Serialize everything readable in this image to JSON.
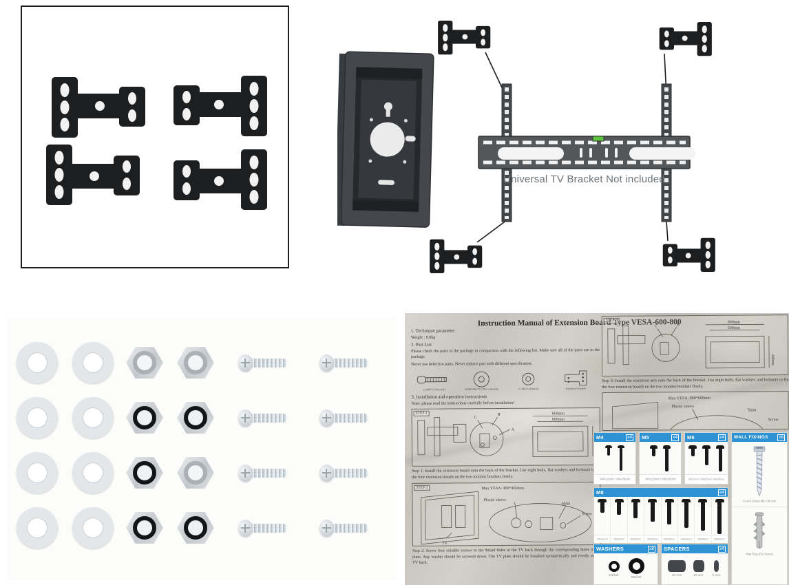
{
  "colors": {
    "chart_header": "#2E93D5",
    "caption_gray": "#6d7276"
  },
  "top_right_diagram": {
    "caption": "Universal TV Bracket Not included"
  },
  "hardware_photo": {
    "columns": [
      "washer",
      "washer",
      "nut",
      "nut",
      "screw",
      "screw"
    ],
    "rows": 4,
    "nut_inserts": [
      [
        0,
        0
      ],
      [
        1,
        1
      ],
      [
        1,
        0
      ],
      [
        1,
        1
      ]
    ]
  },
  "manual": {
    "title": "Instruction Manual of Extension Board Type VESA-600-800",
    "tech_heading": "1. Technique parameter",
    "weight": "Weight : 8.8kg",
    "partlist_heading": "2. Part List",
    "partlist_text1": "Please check the parts in the package in comparison with the following list. Make sure all of the parts are in the package.",
    "partlist_text2": "Never use defective parts. Never replace part with different specification.",
    "parts": [
      {
        "icon": "screw-icon",
        "label": "(A:M8*12 Screw(4))"
      },
      {
        "icon": "flat-washer-icon",
        "label": "(B:M8*Φ16*1.2 Flat washer(4))"
      },
      {
        "icon": "locknut-icon",
        "label": "(C:M8 Locknut(4))"
      },
      {
        "icon": "extension-board-icon",
        "label": "Extension board(4)"
      }
    ],
    "install_heading": "3. Installation and operation instructions",
    "install_note": "Note: please read the instructions carefully before installation!",
    "callout_letters": [
      "C",
      "B",
      "A"
    ],
    "step1_tag": "STEP-1",
    "step1_dims": [
      "660mm",
      "600mm"
    ],
    "step1_text": "Step 1: Install the extension board onto the back of the bracket. Use eight bolts, flat washers and locknuts to fix the four extension boards on the two monitor brackets firmly.",
    "step2_tag": "STEP-2",
    "step2_maxvesa": "Max VESA: 400*400mm",
    "step2_callouts": [
      "Plastic sleeve",
      "Shim",
      "Screw",
      "TV"
    ],
    "step2_text": "Step 2: Screw four suitable screws to the thread holes at the TV back through the corresponding holes in TV plate. Any washer should be screwed down. The TV plate should be installed symmetrically and evenly on the TV back.",
    "step3_tag": "STEP-3",
    "step3_dims": [
      "800mm",
      "600mm",
      "400mm"
    ],
    "step3_text": "Step 3: Install the extension arm onto the back of the bracket. Use eight bolts, flat washers and locknuts to fix the four extension boards on the two monitor brackets firmly.",
    "step4_maxvesa": "Max VESA: 800*600mm"
  },
  "hardware_chart": {
    "m4": {
      "title": "M4",
      "qty": "x4",
      "label": "M4x12mm / M4x35mm",
      "screw_mm": [
        12,
        35
      ]
    },
    "m5": {
      "title": "M5",
      "qty": "x4",
      "label": "M5x12mm / M5x35mm",
      "screw_mm": [
        12,
        35
      ]
    },
    "m6": {
      "title": "M6",
      "qty": "x4",
      "label": "M6x12mm / M6x25mm / M6x35mm",
      "screw_mm": [
        12,
        25,
        35
      ]
    },
    "m8": {
      "title": "M8",
      "qty": "x4",
      "labels": [
        "M8x16mm",
        "M8x20mm",
        "M8x25mm",
        "M8x30mm",
        "M8x35mm",
        "M8x40mm",
        "M8x45mm",
        "M8x50mm"
      ],
      "screw_mm": [
        16,
        20,
        25,
        30,
        35,
        40,
        45,
        50
      ]
    },
    "washers": {
      "title": "WASHERS",
      "qty": "x8",
      "items": [
        {
          "label": "M4/M5",
          "size": "small"
        },
        {
          "label": "M6/M8",
          "size": "large"
        }
      ]
    },
    "spacers": {
      "title": "SPACERS",
      "qty": "x4",
      "items": [
        {
          "label": "20 mm"
        },
        {
          "label": "10 mm"
        },
        {
          "label": "5 mm"
        }
      ]
    },
    "wall_fixings": {
      "title": "WALL FIXINGS",
      "qty": "x6",
      "items": [
        {
          "icon": "coach-screw-icon",
          "label": "Coach Screw M8 x 80 mm"
        },
        {
          "icon": "wall-plug-icon",
          "label": "Wall Plug (For Screw)"
        }
      ]
    }
  }
}
